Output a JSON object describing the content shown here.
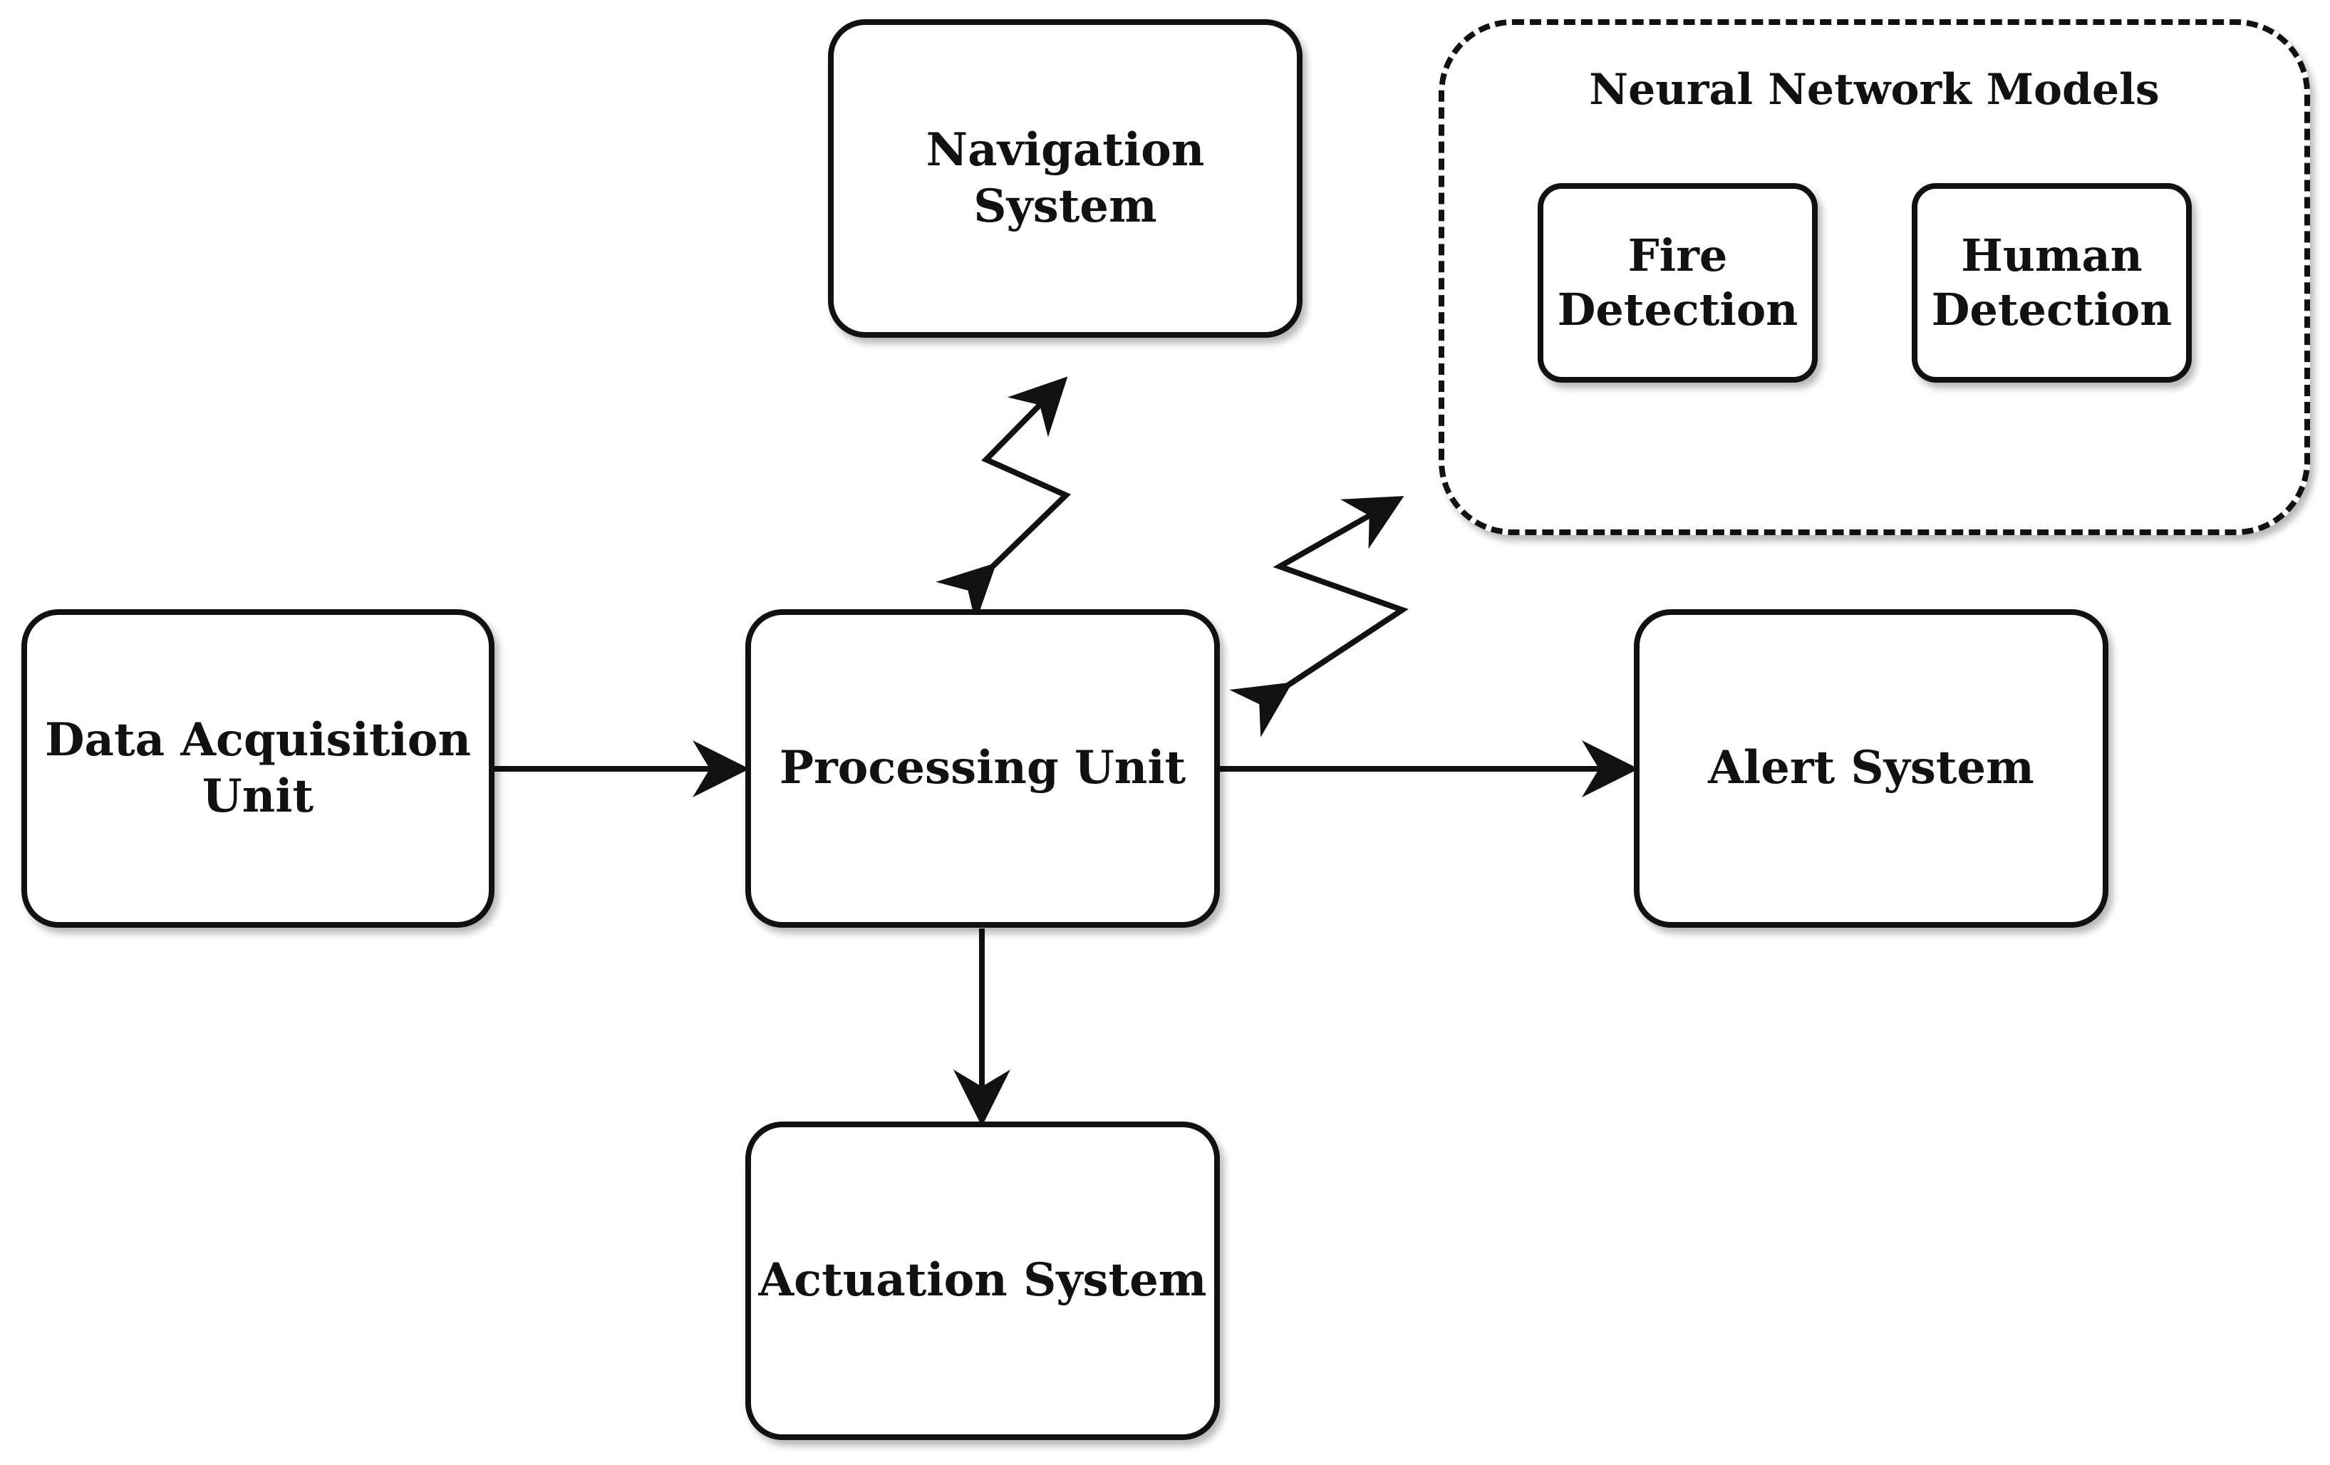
{
  "nodes": {
    "data_acquisition": "Data Acquisition Unit",
    "processing": "Processing Unit",
    "navigation": "Navigation System",
    "alert": "Alert System",
    "actuation": "Actuation System"
  },
  "group": {
    "title": "Neural Network Models",
    "fire_detection": [
      "Fire",
      "Detection"
    ],
    "human_detection": [
      "Human",
      "Detection"
    ]
  },
  "edges": [
    {
      "from": "Data Acquisition Unit",
      "to": "Processing Unit",
      "style": "arrow"
    },
    {
      "from": "Processing Unit",
      "to": "Alert System",
      "style": "arrow"
    },
    {
      "from": "Processing Unit",
      "to": "Actuation System",
      "style": "arrow"
    },
    {
      "from": "Processing Unit",
      "to": "Navigation System",
      "style": "bidirectional-wireless"
    },
    {
      "from": "Processing Unit",
      "to": "Neural Network Models",
      "style": "bidirectional-wireless"
    }
  ],
  "colors": {
    "stroke": "#111111",
    "background": "#ffffff"
  }
}
